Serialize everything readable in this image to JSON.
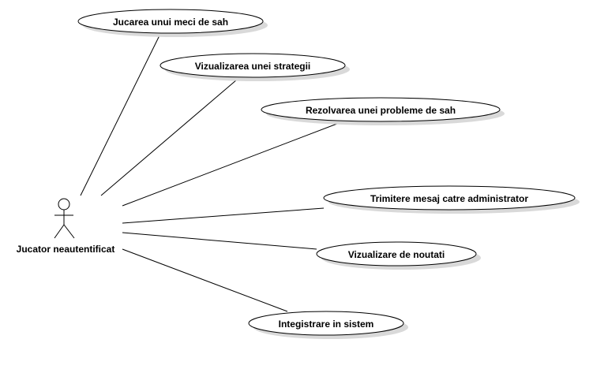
{
  "actor": {
    "name": "Jucator neautentificat",
    "icon": "stick-figure-actor-icon"
  },
  "use_cases": [
    {
      "id": "uc1",
      "label": "Jucarea unui meci de sah"
    },
    {
      "id": "uc2",
      "label": "Vizualizarea unei strategii"
    },
    {
      "id": "uc3",
      "label": "Rezolvarea unei probleme de sah"
    },
    {
      "id": "uc4",
      "label": "Trimitere mesaj catre administrator"
    },
    {
      "id": "uc5",
      "label": "Vizualizare de noutati"
    },
    {
      "id": "uc6",
      "label": "Integistrare in sistem"
    }
  ],
  "colors": {
    "line": "#000000",
    "shadow": "#d9d9d9",
    "fill": "#ffffff"
  }
}
